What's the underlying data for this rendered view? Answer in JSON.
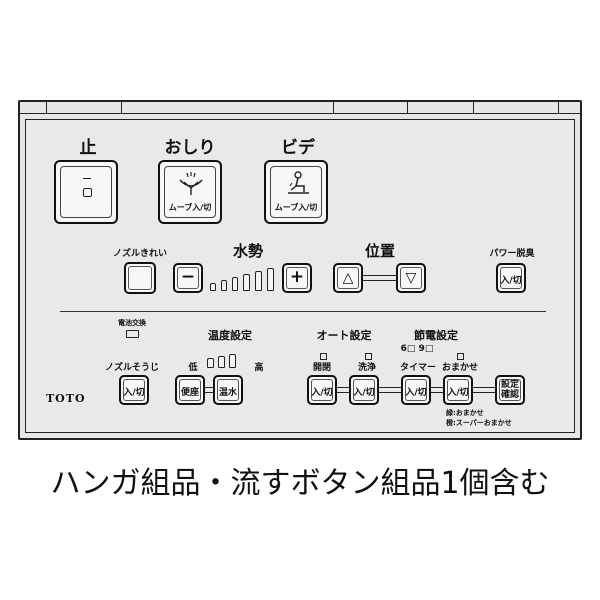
{
  "labels": {
    "stop": "止",
    "oshiri": "おしり",
    "bidet": "ビデ",
    "move_onoff": "ムーブ入/切",
    "nozzle_clean": "ノズルきれい",
    "water_pressure": "水勢",
    "position": "位置",
    "power_deodorize": "パワー脱臭",
    "battery_replace": "電池交換",
    "temp_setting": "温度設定",
    "low": "低",
    "high": "高",
    "nozzle_cleaning": "ノズルそうじ",
    "auto_setting": "オート設定",
    "open_close": "開閉",
    "flush": "洗浄",
    "energy_setting": "節電設定",
    "six_nine": "6□ 9□",
    "timer": "タイマー",
    "omakase": "おまかせ",
    "note_1": "緑:おまかせ",
    "note_2": "橙:スーパーおまかせ",
    "brand": "TOTO"
  },
  "buttons": {
    "onoff": "入/切",
    "benza": "便座",
    "onsui": "温水",
    "setting_confirm_1": "設定",
    "setting_confirm_2": "確認",
    "minus": "−",
    "plus": "+",
    "up": "△",
    "down": "▽"
  },
  "caption": "ハンガ組品・流すボタン組品1個含む"
}
